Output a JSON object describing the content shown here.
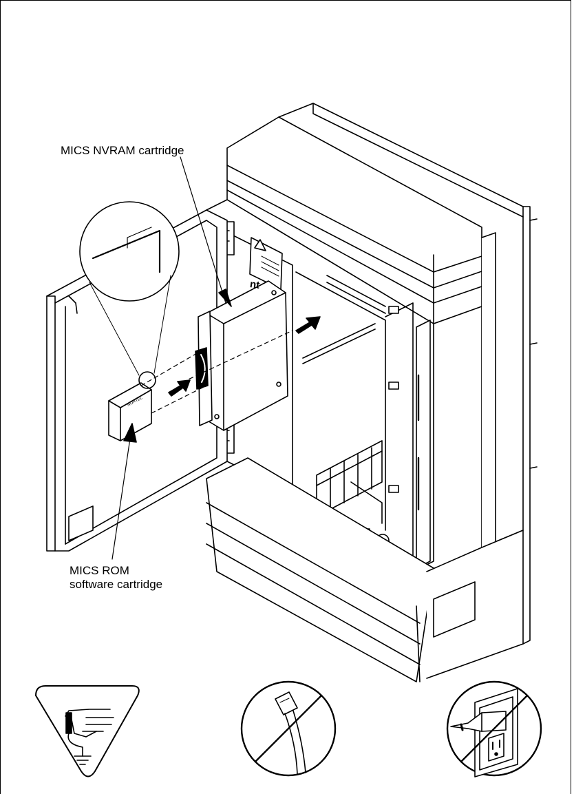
{
  "callouts": {
    "nvram": "MICS NVRAM cartridge",
    "rom_line1": "MICS ROM",
    "rom_line2": "software cartridge"
  },
  "cartridge_brand": "NORTEL",
  "equipment_logo": "nt",
  "icons": {
    "esd": "esd-ground-wrist-strap-icon",
    "no_phone_cord": "no-telephone-cord-icon",
    "no_power_plug": "no-power-plug-icon"
  },
  "colors": {
    "line": "#000000",
    "fill": "#ffffff",
    "shade": "#e6e6e6"
  }
}
